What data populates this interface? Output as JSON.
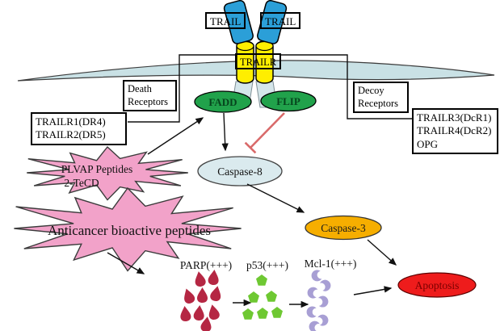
{
  "colors": {
    "trail_blue": "#2B9FD8",
    "receptor_yellow": "#FFEE00",
    "membrane_blue": "#C9E1E5",
    "stalk_blue": "#D5E6EA",
    "node_green": "#21A24B",
    "caspase8_blue": "#DAEAEE",
    "caspase3_orange": "#F6AE00",
    "apoptosis_red": "#EE1C1C",
    "star_pink": "#F2A2C9",
    "parp_crimson": "#B52743",
    "p53_green": "#6EC832",
    "mcl1_purple": "#A89FD4",
    "inhibit_red": "#D96A6A"
  },
  "ligand_labels": {
    "trail_left": "TRAIL",
    "trail_right": "TRAIL",
    "trailr": "TRAILR"
  },
  "receptor_boxes": {
    "death": {
      "line1": "Death",
      "line2": "Receptors"
    },
    "death_types": {
      "line1": "TRAILR1(DR4)",
      "line2": "TRAILR2(DR5)"
    },
    "decoy": {
      "line1": "Decoy",
      "line2": "Receptors"
    },
    "decoy_types": {
      "line1": "TRAILR3(DcR1)",
      "line2": "TRAILR4(DcR2)",
      "line3": "OPG"
    }
  },
  "pathway_nodes": {
    "fadd": "FADD",
    "flip": "FLIP",
    "caspase8": "Caspase-8",
    "caspase3": "Caspase-3",
    "apoptosis": "Apoptosis"
  },
  "peptide_stars": {
    "plvap_line1": "PLVAP Peptides",
    "plvap_line2": "2-TeCD",
    "anticancer": "Anticancer bioactive peptides"
  },
  "protein_markers": {
    "parp": "PARP(+++)",
    "p53": "p53(+++)",
    "mcl1": "Mcl-1(+++)"
  }
}
